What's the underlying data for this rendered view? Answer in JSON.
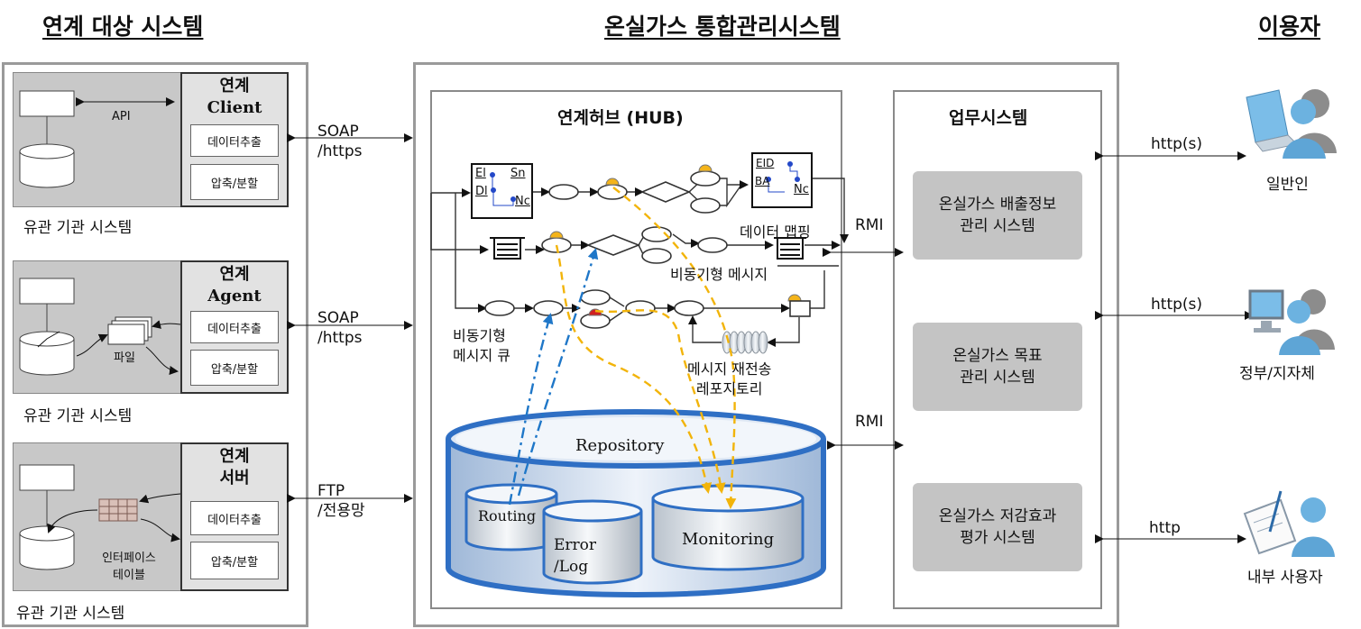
{
  "headers": {
    "left": "연계 대상 시스템",
    "center": "온실가스 통합관리시스템",
    "right": "이용자"
  },
  "source_systems": [
    {
      "client_title": "연계",
      "client_subtitle": "Client",
      "btn_extract": "데이터추출",
      "btn_compress": "압축/분할",
      "inner_label": "API",
      "caption": "유관 기관 시스템",
      "protocol_1": "SOAP",
      "protocol_2": "/https"
    },
    {
      "client_title": "연계",
      "client_subtitle": "Agent",
      "btn_extract": "데이터추출",
      "btn_compress": "압축/분할",
      "inner_label": "파일",
      "caption": "유관 기관 시스템",
      "protocol_1": "SOAP",
      "protocol_2": "/https"
    },
    {
      "client_title": "연계",
      "client_subtitle": "서버",
      "btn_extract": "데이터추출",
      "btn_compress": "압축/분할",
      "inner_label_1": "인터페이스",
      "inner_label_2": "테이블",
      "caption": "유관 기관 시스템",
      "protocol_1": "FTP",
      "protocol_2": "/전용망"
    }
  ],
  "hub": {
    "title": "연계허브 (HUB)",
    "data_mapping": "데이터 맵핑",
    "async_message": "비동기형 메시지",
    "async_queue_1": "비동기형",
    "async_queue_2": "메시지 큐",
    "resend_1": "메시지 재전송",
    "resend_2": "레포지토리",
    "repository": "Repository",
    "routing": "Routing",
    "error_1": "Error",
    "error_2": "/Log",
    "monitoring": "Monitoring",
    "mapper_left": {
      "a": "El",
      "b": "Sn",
      "c": "Dl",
      "d": "Nc"
    },
    "mapper_right": {
      "a": "EID",
      "b": "BA",
      "c": "Nc"
    }
  },
  "rmi": [
    "RMI",
    "RMI"
  ],
  "business": {
    "title": "업무시스템",
    "systems": [
      {
        "line1": "온실가스 배출정보",
        "line2": "관리 시스템"
      },
      {
        "line1": "온실가스 목표",
        "line2": "관리 시스템"
      },
      {
        "line1": "온실가스 저감효과",
        "line2": "평가 시스템"
      }
    ]
  },
  "users": [
    {
      "protocol": "http(s)",
      "label": "일반인",
      "icon": "user-computer-icon"
    },
    {
      "protocol": "http(s)",
      "label": "정부/지자체",
      "icon": "user-desktop-icon"
    },
    {
      "protocol": "http",
      "label": "내부 사용자",
      "icon": "user-clipboard-icon"
    }
  ],
  "colors": {
    "frame": "#9a9a9a",
    "system_bg": "#c8c8c8",
    "business_box": "#c4c4c4",
    "repository_blue": "#2f6fc4",
    "flow_orange": "#f2b40a",
    "flow_blue": "#1f77c8",
    "token_yellow": "#f4b41a"
  }
}
